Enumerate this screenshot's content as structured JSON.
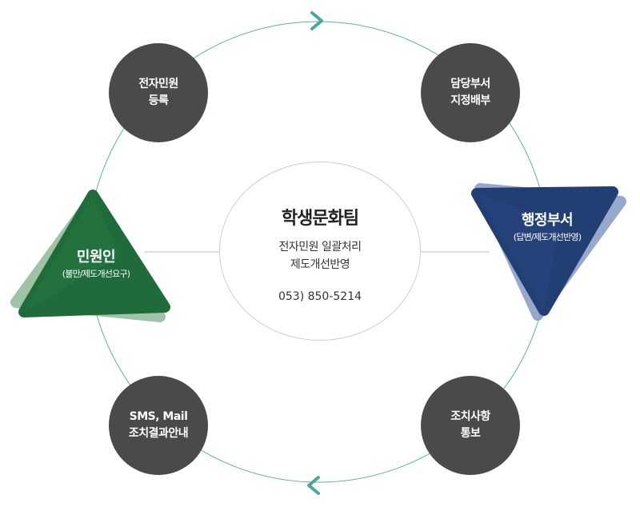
{
  "center": {
    "title": "학생문화팀",
    "line1": "전자민원 일괄처리",
    "line2": "제도개선반영",
    "phone": "053) 850-5214"
  },
  "nodes": {
    "top_left": {
      "line1": "전자민원",
      "line2": "등록"
    },
    "top_right": {
      "line1": "담당부서",
      "line2": "지정배부"
    },
    "bottom_right": {
      "line1": "조치사항",
      "line2": "통보"
    },
    "bottom_left": {
      "line1": "SMS, Mail",
      "line2": "조치결과안내"
    }
  },
  "left_triangle": {
    "title": "민원인",
    "subtitle": "(불만/제도개선요구)"
  },
  "right_triangle": {
    "title": "행정부서",
    "subtitle": "(답변/제도개선반영)"
  },
  "colors": {
    "ring": "#5bb3a0",
    "node": "#4a4a4a",
    "green": "#1f6b3b",
    "green_light": "#7fb08a",
    "navy": "#223f73",
    "navy_light": "#7d93bf"
  }
}
